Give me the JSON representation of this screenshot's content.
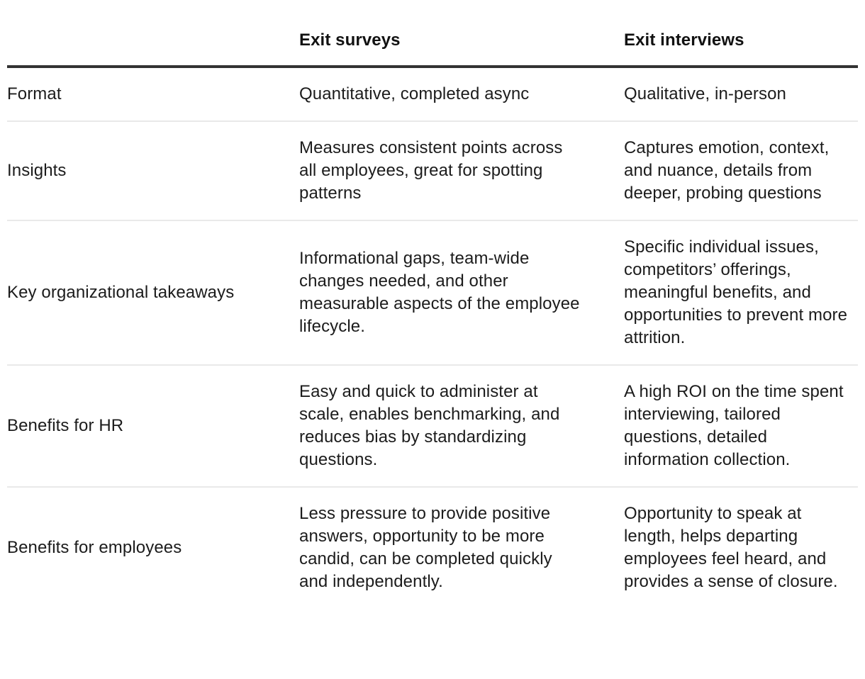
{
  "table": {
    "columns": [
      {
        "label": ""
      },
      {
        "label": "Exit surveys"
      },
      {
        "label": "Exit interviews"
      }
    ],
    "rows": [
      {
        "label": "Format",
        "surveys": "Quantitative, completed async",
        "interviews": "Qualitative, in-person"
      },
      {
        "label": "Insights",
        "surveys": "Measures consistent points across all employees, great for spotting patterns",
        "interviews": "Captures emotion, context, and nuance, details from deeper, probing questions"
      },
      {
        "label": "Key organizational takeaways",
        "surveys": "Informational gaps, team-wide changes needed, and other measurable aspects of the employee lifecycle.",
        "interviews": "Specific individual issues, competitors’ offerings, meaningful benefits, and opportunities to prevent more attrition."
      },
      {
        "label": "Benefits for HR",
        "surveys": "Easy and quick to administer at scale, enables benchmarking, and reduces bias by standardizing questions.",
        "interviews": "A high ROI on the time spent interviewing, tailored questions, detailed information collection."
      },
      {
        "label": "Benefits for employees",
        "surveys": "Less pressure to provide positive answers, opportunity to be more candid, can be completed quickly and independently.",
        "interviews": "Opportunity to speak at length, helps departing employees feel heard, and provides a sense of closure."
      }
    ],
    "colors": {
      "text": "#1c1c1c",
      "header_text": "#111111",
      "header_rule": "#333333",
      "row_divider": "#e9e9e9",
      "background": "#ffffff"
    }
  }
}
